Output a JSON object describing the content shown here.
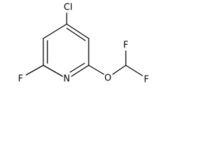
{
  "molecule": {
    "atoms": {
      "cl": "Cl",
      "f_ring": "F",
      "n": "N",
      "o": "O",
      "f_top": "F",
      "f_bottom": "F"
    }
  }
}
